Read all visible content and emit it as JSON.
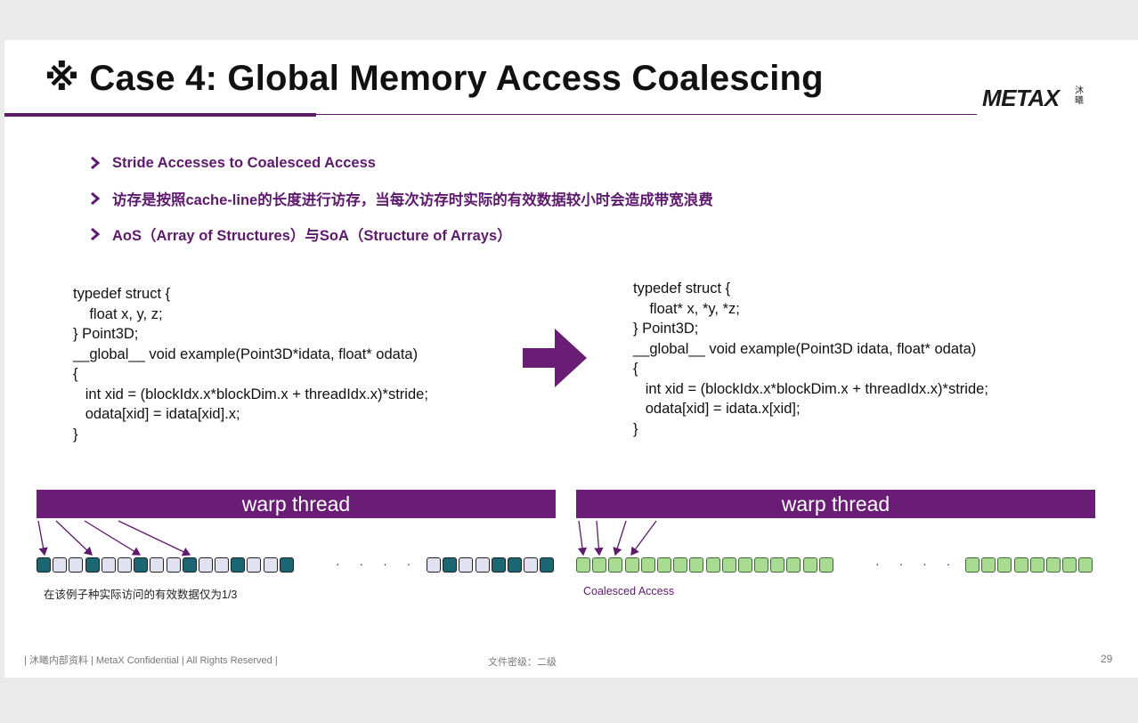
{
  "slide": {
    "title": "※ Case 4: Global Memory Access Coalescing",
    "logo": {
      "text": "METAX",
      "cn": "沐曦"
    },
    "bullets": [
      "Stride Accesses to Coalesced Access",
      "访存是按照cache-line的长度进行访存，当每次访存时实际的有效数据较小时会造成带宽浪费",
      "AoS（Array of Structures）与SoA（Structure of Arrays）"
    ],
    "code_left": "typedef struct {\n    float x, y, z;\n} Point3D;\n__global__ void example(Point3D*idata, float* odata)\n{\n   int xid = (blockIdx.x*blockDim.x + threadIdx.x)*stride;\n   odata[xid] = idata[xid].x;\n}",
    "code_right": "typedef struct {\n    float* x, *y, *z;\n} Point3D;\n__global__ void example(Point3D idata, float* odata)\n{\n   int xid = (blockIdx.x*blockDim.x + threadIdx.x)*stride;\n   odata[xid] = idata.x[xid];\n}",
    "warp_left_label": "warp thread",
    "warp_right_label": "warp thread",
    "dots": "· · · ·",
    "caption_left": "在该例子种实际访问的有效数据仅为1/3",
    "caption_right": "Coalesced Access",
    "footer_left": "| 沐曦内部资料 | MetaX Confidential | All Rights Reserved |",
    "footer_center": "文件密级：二级",
    "page_number": "29"
  },
  "colors": {
    "purple": "#6a1d74",
    "bullet_text": "#5e1a6d",
    "teal_cell": "#1a6673",
    "pale_cell": "#e1e2f1",
    "green_cell": "#a9db93"
  },
  "icons": {
    "bullet": "chevron-right-icon",
    "transition": "arrow-right-icon"
  }
}
